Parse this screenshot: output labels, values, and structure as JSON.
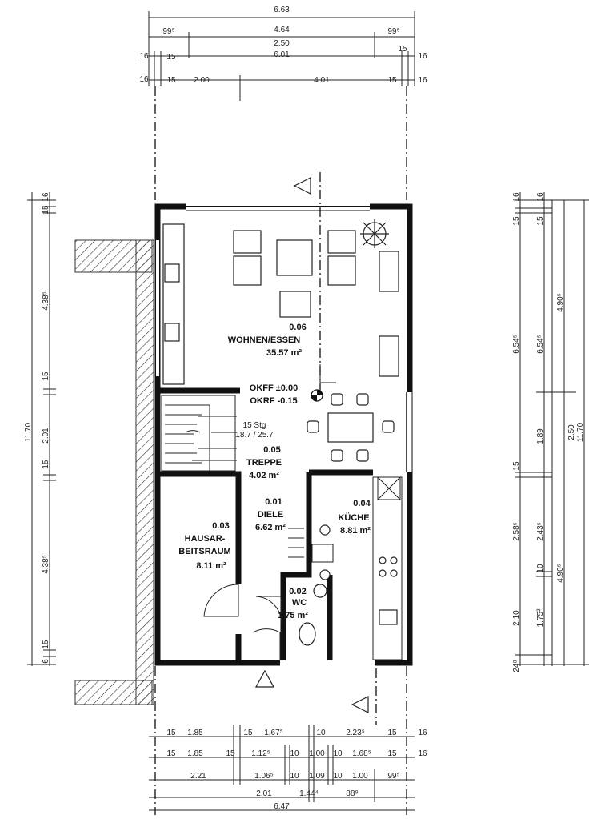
{
  "rooms": [
    {
      "number": "0.06",
      "name": "WOHNEN/ESSEN",
      "area": "35.57 m²"
    },
    {
      "number": "0.05",
      "name": "TREPPE",
      "area": "4.02 m²"
    },
    {
      "number": "0.01",
      "name": "DIELE",
      "area": "6.62 m²"
    },
    {
      "number": "0.04",
      "name": "KÜCHE",
      "area": "8.81 m²"
    },
    {
      "number": "0.03",
      "name1": "HAUSAR-",
      "name2": "BEITSRAUM",
      "area": "8.11 m²"
    },
    {
      "number": "0.02",
      "name": "WC",
      "area": "1.75 m²"
    }
  ],
  "levels": {
    "okff": "OKFF ±0.00",
    "okrf": "OKRF -0.15"
  },
  "stairs": {
    "steps": "15 Stg",
    "ratio": "18.7 / 25.7"
  },
  "dims_top": {
    "total": "6.63",
    "row2": [
      "99⁵",
      "4.64",
      "99⁵"
    ],
    "row3": [
      "16",
      "15",
      "2.50",
      "6.01",
      "15",
      "16"
    ],
    "row4": [
      "16",
      "15",
      "2.00",
      "4.01",
      "15",
      "16"
    ]
  },
  "dims_bottom": {
    "row1": [
      "15",
      "1.85",
      "15",
      "1.67⁵",
      "10",
      "2.23⁵",
      "15",
      "16"
    ],
    "row2": [
      "15",
      "1.85",
      "15",
      "1.12⁵",
      "10",
      "1.00",
      "10",
      "1.68⁵",
      "15",
      "16"
    ],
    "row3": [
      "2.21",
      "1.06⁵",
      "10",
      "1.09",
      "10",
      "1.00",
      "99⁵"
    ],
    "row4": [
      "2.01",
      "1.44⁴",
      "88⁹"
    ],
    "total": "6.47"
  },
  "dims_left": [
    "16",
    "15",
    "4.38⁵",
    "15",
    "2.01",
    "15",
    "4.38⁵",
    "15",
    "6",
    "11.70"
  ],
  "dims_right_a": [
    "16",
    "15",
    "6.54⁵",
    "15",
    "2.58⁵",
    "2.10",
    "24⁸"
  ],
  "dims_right_b": [
    "16",
    "15",
    "6.54⁵",
    "1.89",
    "2.43⁵",
    "10",
    "1.75²"
  ],
  "dims_right_c": [
    "4.90⁵",
    "4.90⁵"
  ],
  "dims_right_d": [
    "2.50"
  ],
  "dims_right_e": [
    "11.70"
  ]
}
